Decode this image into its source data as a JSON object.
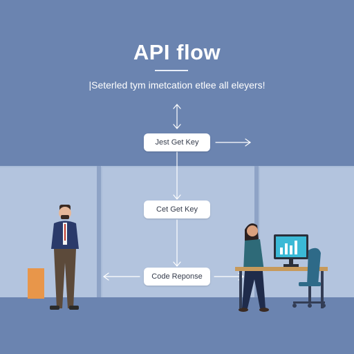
{
  "diagram": {
    "title": "API flow",
    "subtitle": "|Seterled tym imetcation etlee all eleyers!",
    "nodes": [
      {
        "id": "n1",
        "label": "Jest Get Key"
      },
      {
        "id": "n2",
        "label": "Cet Get Key"
      },
      {
        "id": "n3",
        "label": "Code Reponse"
      }
    ]
  },
  "colors": {
    "background": "#6b84b0",
    "wall": "#a9bcd8",
    "node_fill": "#ffffff",
    "arrow": "#ffffff"
  }
}
